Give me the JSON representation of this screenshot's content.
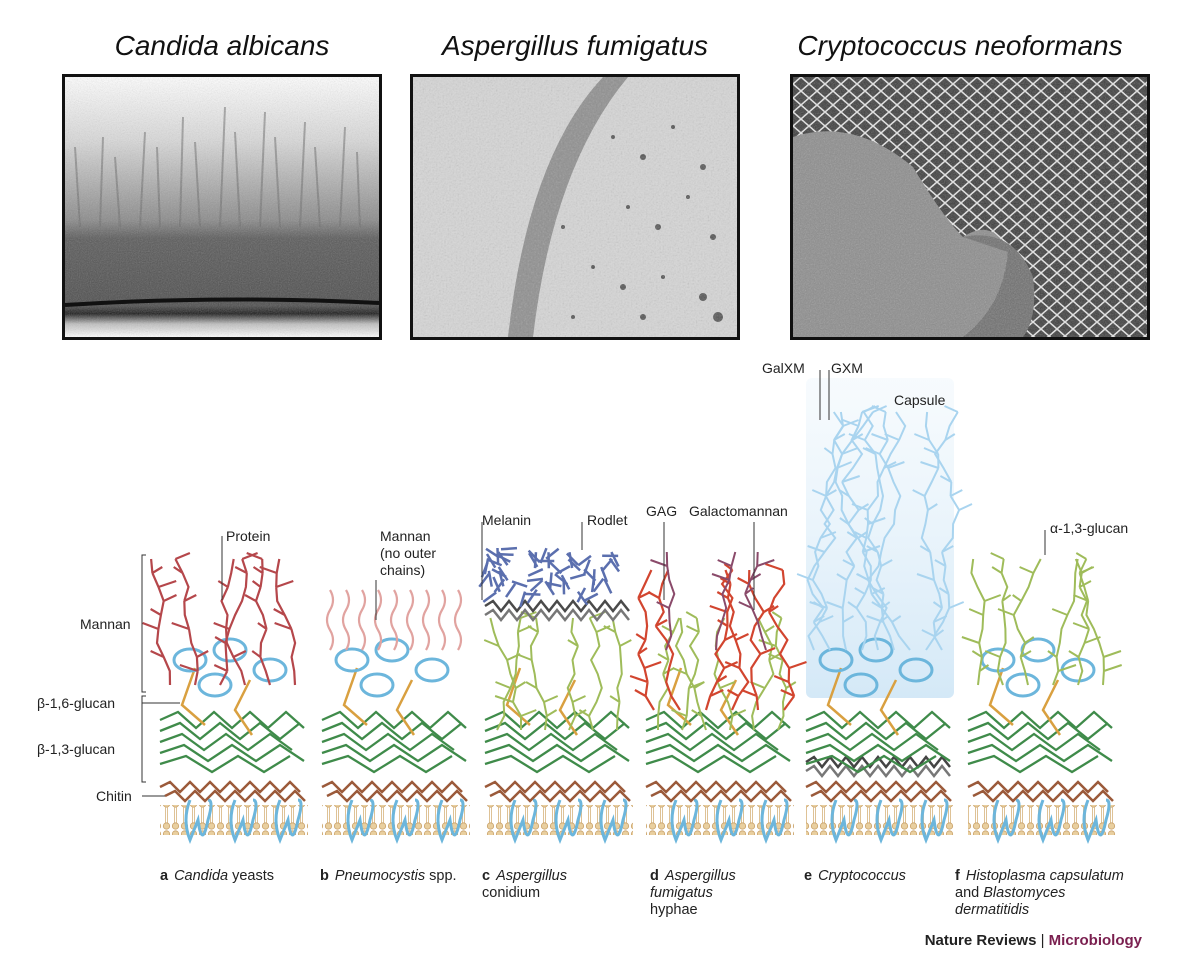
{
  "micrographs": [
    {
      "title": "Candida albicans"
    },
    {
      "title": "Aspergillus fumigatus"
    },
    {
      "title": "Cryptococcus neoformans"
    }
  ],
  "layer_labels": {
    "mannan": "Mannan",
    "b16": "β-1,6-glucan",
    "b13": "β-1,3-glucan",
    "chitin": "Chitin"
  },
  "annotations": {
    "protein": "Protein",
    "mannan_no_outer_1": "Mannan",
    "mannan_no_outer_2": "(no outer",
    "mannan_no_outer_3": "chains)",
    "melanin": "Melanin",
    "rodlet": "Rodlet",
    "gag": "GAG",
    "galactomannan": "Galactomannan",
    "galxm": "GalXM",
    "gxm": "GXM",
    "capsule": "Capsule",
    "a13glucan": "α-1,3-glucan"
  },
  "captions": [
    {
      "letter": "a",
      "parts": [
        {
          "t": "Candida",
          "i": true
        },
        {
          "t": " yeasts",
          "i": false
        }
      ]
    },
    {
      "letter": "b",
      "parts": [
        {
          "t": "Pneumocystis",
          "i": true
        },
        {
          "t": " spp.",
          "i": false
        }
      ]
    },
    {
      "letter": "c",
      "parts": [
        {
          "t": "Aspergillus",
          "i": true
        },
        {
          "t": "\nconidium",
          "i": false
        }
      ]
    },
    {
      "letter": "d",
      "parts": [
        {
          "t": "Aspergillus\nfumigatus",
          "i": true
        },
        {
          "t": "\nhyphae",
          "i": false
        }
      ]
    },
    {
      "letter": "e",
      "parts": [
        {
          "t": "Cryptococcus",
          "i": true
        }
      ]
    },
    {
      "letter": "f",
      "parts": [
        {
          "t": "Histoplasma capsulatum",
          "i": true
        },
        {
          "t": "\nand ",
          "i": false
        },
        {
          "t": "Blastomyces\ndermatitidis",
          "i": true
        }
      ]
    }
  ],
  "credit": {
    "journal": "Nature Reviews",
    "separator": " | ",
    "subject": "Microbiology"
  },
  "colors": {
    "mannan": "#b5474b",
    "mannan_light": "#e1a3a0",
    "protein": "#6cb6dc",
    "b16": "#d9a040",
    "b13": "#3f8b4a",
    "chitin": "#9b5a3a",
    "membrane": "#e3c79a",
    "melanin": "#5b6fae",
    "rodlet": "#4a4a4a",
    "galactomannan": "#d2452f",
    "gag": "#8a4a6a",
    "a13glucan": "#9fbc5a",
    "capsule": "#a9d4ef"
  }
}
